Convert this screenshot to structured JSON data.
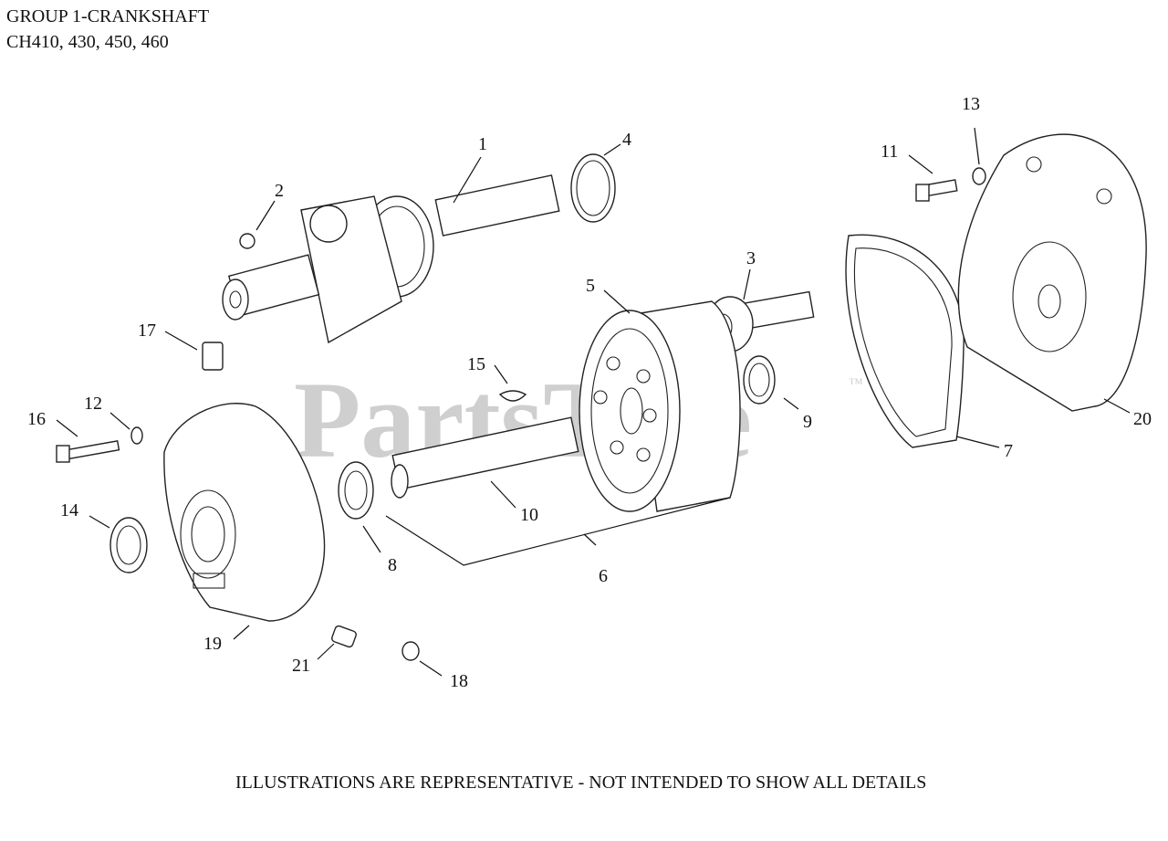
{
  "header": {
    "title": "GROUP 1-CRANKSHAFT",
    "models": "CH410, 430, 450, 460"
  },
  "watermark": {
    "text": "PartsTree",
    "mark": "™"
  },
  "footer": {
    "disclaimer": "ILLUSTRATIONS ARE REPRESENTATIVE - NOT INTENDED TO SHOW ALL DETAILS"
  },
  "parts": {
    "p1": "1",
    "p2": "2",
    "p3": "3",
    "p4": "4",
    "p5": "5",
    "p6": "6",
    "p7": "7",
    "p8": "8",
    "p9": "9",
    "p10": "10",
    "p11": "11",
    "p12": "12",
    "p13": "13",
    "p14": "14",
    "p15": "15",
    "p16": "16",
    "p17": "17",
    "p18": "18",
    "p19": "19",
    "p20": "20",
    "p21": "21"
  }
}
